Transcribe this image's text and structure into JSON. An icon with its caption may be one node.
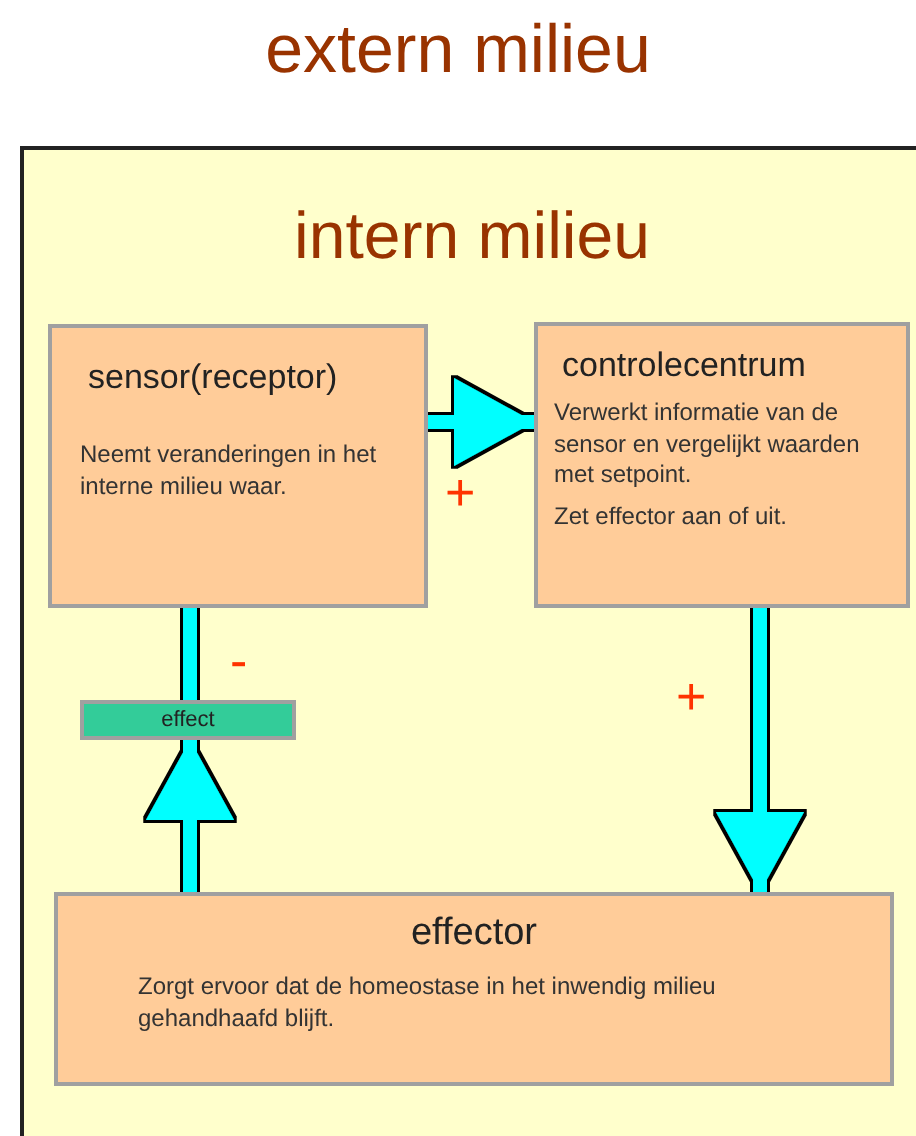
{
  "diagram": {
    "title": "extern milieu",
    "nodes": [
      {
        "text": [
          "intern milieu"
        ]
      },
      {
        "text": [
          "sensor(receptor)",
          "Neemt veranderingen in het interne milieu waar."
        ],
        "in": 0
      },
      {
        "text": [
          "controlecentrum",
          "Verwerkt informatie van de sensor en vergelijkt waarden met setpoint.",
          "Zet effector aan of uit."
        ],
        "in": 0
      },
      {
        "text": [
          "effect"
        ],
        "in": 0
      },
      {
        "text": [
          "effector",
          "Zorgt ervoor dat de homeostase in het inwendig milieu gehandhaafd blijft."
        ],
        "in": 0
      }
    ],
    "edges": [
      {
        "from": 1,
        "to": 2,
        "arrow": "to",
        "label": "+"
      },
      {
        "from": 2,
        "to": 4,
        "arrow": "to",
        "label": "+"
      },
      {
        "from": 4,
        "to": 3,
        "arrow": "to"
      },
      {
        "from": 3,
        "to": 1,
        "arrow": "none",
        "label": "-"
      }
    ]
  }
}
